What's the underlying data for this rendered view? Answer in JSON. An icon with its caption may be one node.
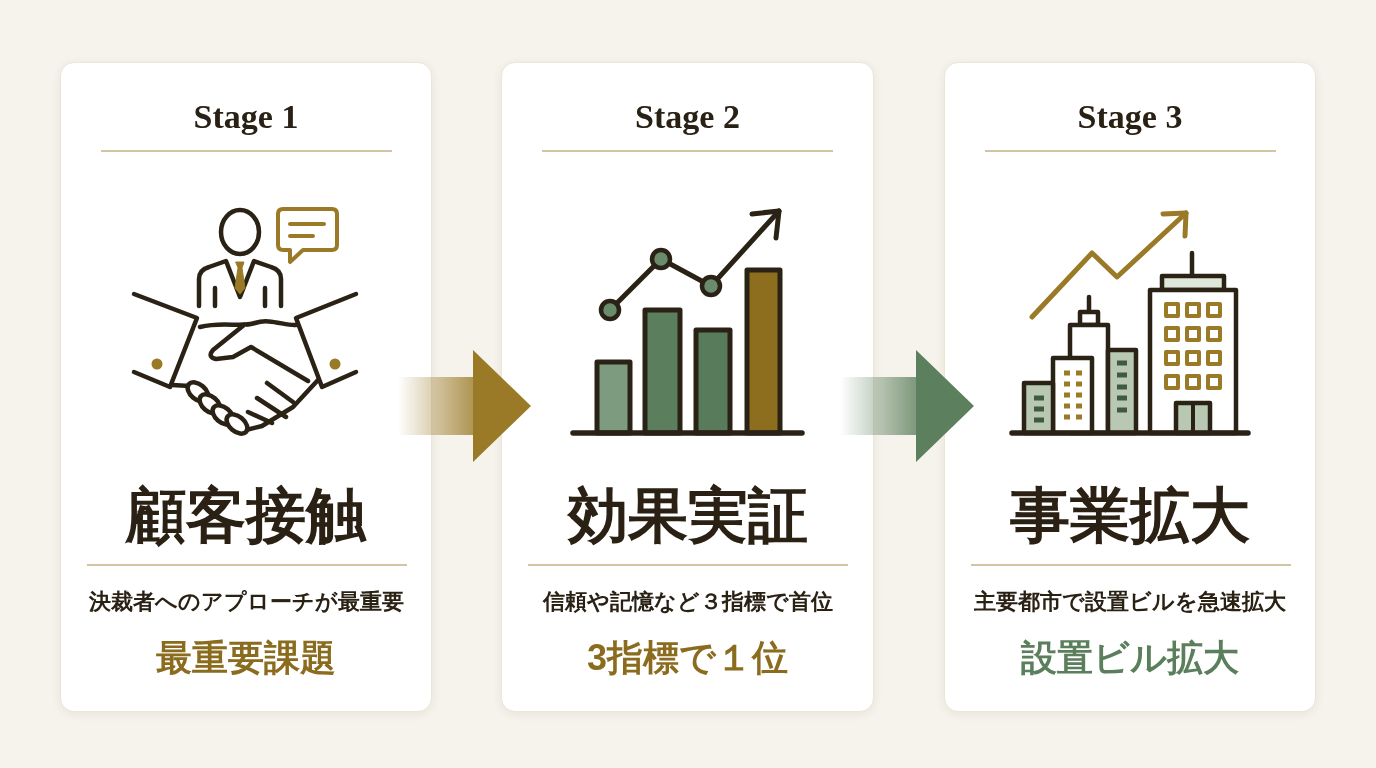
{
  "diagram": {
    "nodes": [
      {
        "text": [
          "Stage 1",
          "顧客接触",
          "決裁者へのアプローチが最重要",
          "最重要課題"
        ]
      },
      {
        "text": [
          "Stage 2",
          "効果実証",
          "信頼や記憶など３指標で首位",
          "3指標で１位"
        ]
      },
      {
        "text": [
          "Stage 3",
          "事業拡大",
          "主要都市で設置ビルを急速拡大",
          "設置ビル拡大"
        ]
      }
    ],
    "edges": [
      {
        "from": 0,
        "to": 1,
        "arrow": "to",
        "color": "#9a7a26"
      },
      {
        "from": 1,
        "to": 2,
        "arrow": "to",
        "color": "#5c7f5d"
      }
    ]
  }
}
